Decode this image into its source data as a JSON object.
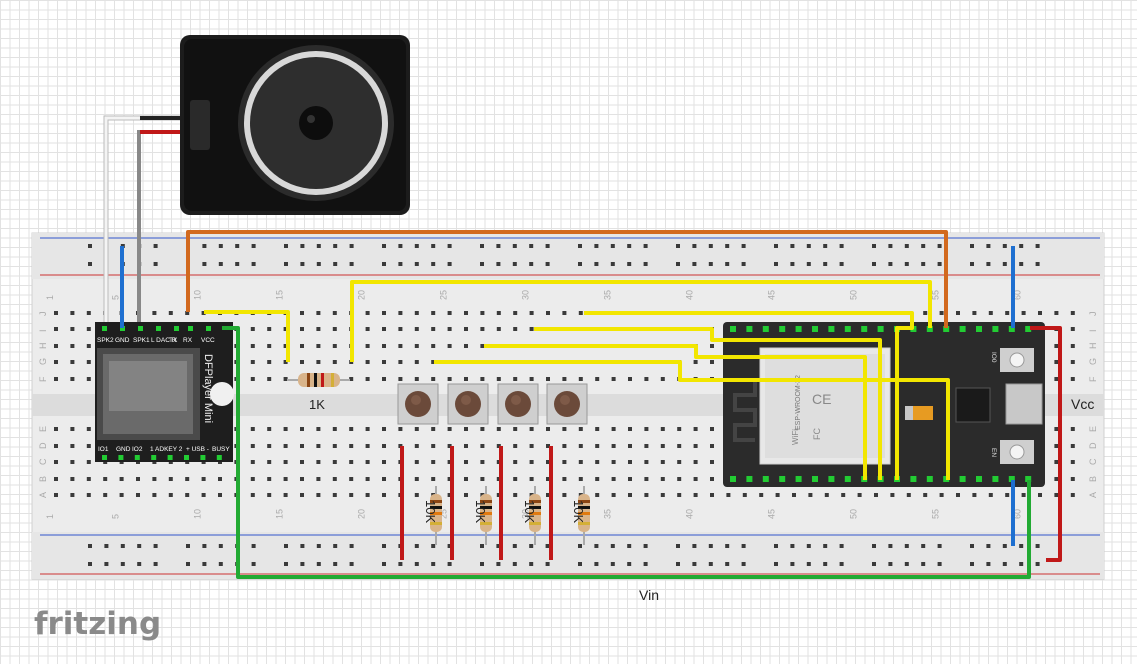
{
  "breadboard": {
    "column_numbers": [
      "1",
      "5",
      "10",
      "15",
      "20",
      "25",
      "30",
      "35",
      "40",
      "45",
      "50",
      "55",
      "60"
    ],
    "row_letters_top": [
      "J",
      "I",
      "H",
      "G",
      "F"
    ],
    "row_letters_bottom": [
      "E",
      "D",
      "C",
      "B",
      "A"
    ]
  },
  "dfplayer": {
    "title": "DFPlayer Mini",
    "top_pins": [
      "SPK2",
      "GND",
      "SPK1",
      "L DAC R",
      "TX",
      "RX",
      "VCC"
    ],
    "bottom_pins": [
      "IO1",
      "GND",
      "IO2",
      "1 ADKEY 2",
      "+ USB -",
      "BUSY"
    ]
  },
  "resistor_1k": {
    "label": "1K"
  },
  "pulldown_resistors": {
    "labels": [
      "10K",
      "10K",
      "10K",
      "10K"
    ]
  },
  "esp32": {
    "module_text": "ESP-WROOM-32",
    "ce": "CE",
    "fcc": "FC",
    "wifi": "WiFi",
    "io0": "IO0",
    "en": "EN"
  },
  "rail_labels": {
    "vcc": "Vcc",
    "vin": "Vin"
  },
  "logo": "fritzing",
  "colors": {
    "orange_wire": "#d2691e",
    "yellow_wire": "#f2e600",
    "green_wire": "#22aa33",
    "red_wire": "#c01818",
    "blue_wire": "#1e6fd0",
    "gray_wire": "#888888",
    "white_wire": "#f4f4f4"
  }
}
